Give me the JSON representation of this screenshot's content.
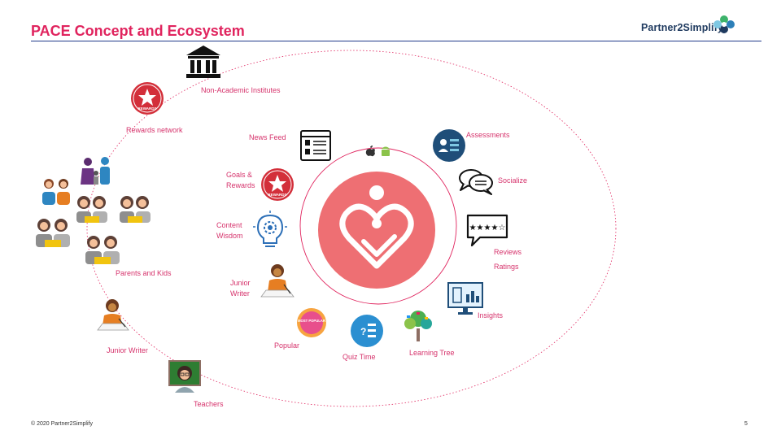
{
  "slide": {
    "title": "PACE Concept and Ecosystem",
    "logo_text": "Partner2Simplify",
    "footer": "© 2020 Partner2Simplify",
    "page_number": "5"
  },
  "outer_ring": {
    "non_academic": "Non-Academic Institutes",
    "rewards_network": "Rewards network",
    "parents_kids": "Parents and Kids",
    "junior_writer": "Junior Writer",
    "teachers": "Teachers"
  },
  "inner_ring": {
    "news_feed": "News Feed",
    "goals_1": "Goals &",
    "goals_2": "Rewards",
    "content_1": "Content",
    "content_2": "Wisdom",
    "junior_1": "Junior",
    "junior_2": "Writer",
    "popular": "Popular",
    "quiz_time": "Quiz Time",
    "learning_tree": "Learning Tree",
    "insights": "Insights",
    "reviews": "Reviews",
    "ratings": "Ratings",
    "socialize": "Socialize",
    "assessments": "Assessments"
  },
  "badges": {
    "rewards": "REWARDS",
    "most_popular": "MOST POPULAR"
  },
  "colors": {
    "accent": "#e0245e",
    "label": "#d6336c",
    "rule": "#1f3a8a",
    "center_circle": "#ee6f73",
    "assessment_blue": "#1f4e79",
    "quiz_blue": "#2b8fd1"
  }
}
